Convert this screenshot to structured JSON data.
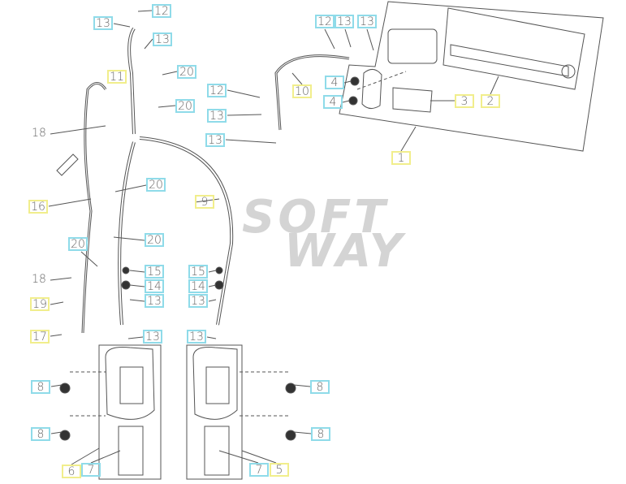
{
  "watermark": {
    "line1": "SOFT",
    "line2": "WAY"
  },
  "colors": {
    "callout_cyan": "#8fdbe9",
    "callout_yellow": "#f1ee8c",
    "line": "#555555"
  },
  "callouts": [
    {
      "text": "12",
      "style": "c"
    },
    {
      "text": "13",
      "style": "c"
    },
    {
      "text": "13",
      "style": "c"
    },
    {
      "text": "20",
      "style": "c"
    },
    {
      "text": "11",
      "style": "y"
    },
    {
      "text": "20",
      "style": "c"
    },
    {
      "text": "18",
      "style": "n"
    },
    {
      "text": "16",
      "style": "y"
    },
    {
      "text": "20",
      "style": "c"
    },
    {
      "text": "9",
      "style": "y"
    },
    {
      "text": "20",
      "style": "c"
    },
    {
      "text": "20",
      "style": "c"
    },
    {
      "text": "15",
      "style": "c"
    },
    {
      "text": "14",
      "style": "c"
    },
    {
      "text": "13",
      "style": "c"
    },
    {
      "text": "15",
      "style": "c"
    },
    {
      "text": "14",
      "style": "c"
    },
    {
      "text": "13",
      "style": "c"
    },
    {
      "text": "18",
      "style": "n"
    },
    {
      "text": "19",
      "style": "y"
    },
    {
      "text": "17",
      "style": "y"
    },
    {
      "text": "13",
      "style": "c"
    },
    {
      "text": "13",
      "style": "c"
    },
    {
      "text": "8",
      "style": "c"
    },
    {
      "text": "8",
      "style": "c"
    },
    {
      "text": "8",
      "style": "c"
    },
    {
      "text": "8",
      "style": "c"
    },
    {
      "text": "6",
      "style": "y"
    },
    {
      "text": "7",
      "style": "c"
    },
    {
      "text": "7",
      "style": "c"
    },
    {
      "text": "5",
      "style": "y"
    },
    {
      "text": "12",
      "style": "c"
    },
    {
      "text": "13",
      "style": "c"
    },
    {
      "text": "13",
      "style": "c"
    },
    {
      "text": "10",
      "style": "y"
    },
    {
      "text": "4",
      "style": "c"
    },
    {
      "text": "4",
      "style": "c"
    },
    {
      "text": "12",
      "style": "c"
    },
    {
      "text": "13",
      "style": "c"
    },
    {
      "text": "13",
      "style": "c"
    },
    {
      "text": "3",
      "style": "y"
    },
    {
      "text": "2",
      "style": "y"
    },
    {
      "text": "1",
      "style": "y"
    }
  ]
}
